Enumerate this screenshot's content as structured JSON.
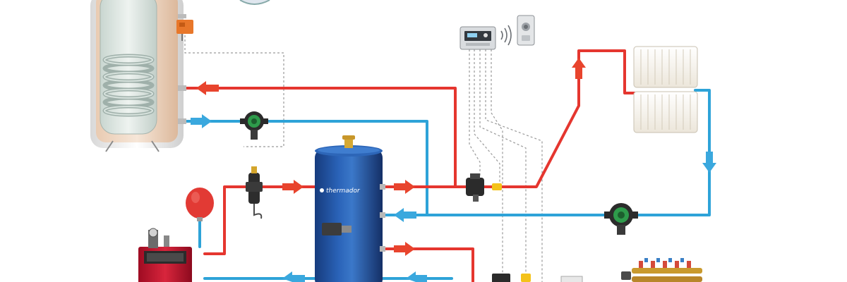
{
  "diagram": {
    "buffer_tank_brand": "thermador",
    "colors": {
      "hot_pipe": "#e5362f",
      "cold_pipe": "#2ea3d8",
      "hot_arrow": "#e8442d",
      "cold_arrow": "#3aa8de",
      "buffer_tank": "#1f4f9e",
      "boiler": "#c8102e",
      "expansion_vessel": "#e23a34",
      "pump_green": "#2e9b4b",
      "valve_yellow": "#f4c21a",
      "control_wire": "#9a9a9a",
      "background": "#ffffff"
    },
    "components": [
      "dhw-cylinder-with-coil",
      "thermostatic-valve",
      "room-thermostat",
      "wireless-room-sensor",
      "radiator",
      "buffer-tank",
      "solid-fuel-boiler",
      "expansion-vessel",
      "air-separator",
      "circulation-pump",
      "mixing-valve",
      "underfloor-manifold"
    ]
  }
}
